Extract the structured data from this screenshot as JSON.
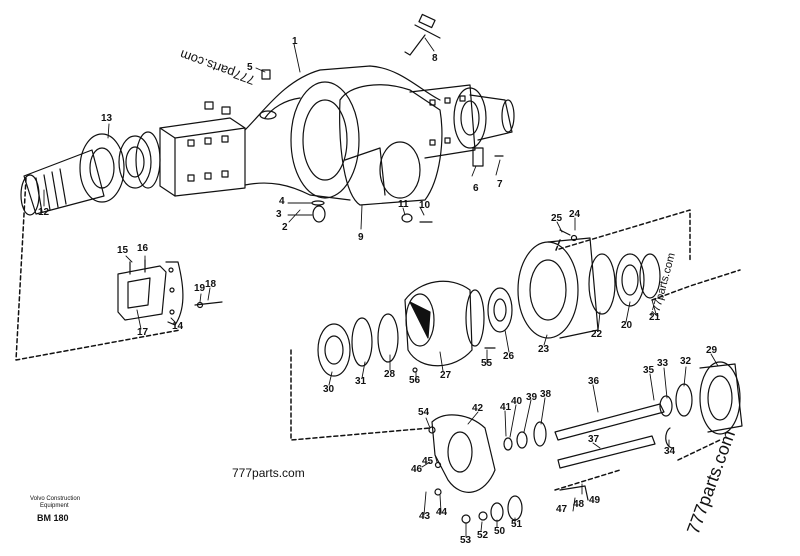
{
  "part_numbers": [
    "1",
    "2",
    "3",
    "4",
    "5",
    "6",
    "7",
    "8",
    "9",
    "10",
    "11",
    "12",
    "13",
    "14",
    "15",
    "16",
    "17",
    "18",
    "19",
    "20",
    "21",
    "22",
    "23",
    "24",
    "25",
    "26",
    "27",
    "28",
    "29",
    "30",
    "31",
    "32",
    "33",
    "34",
    "35",
    "36",
    "37",
    "38",
    "39",
    "40",
    "41",
    "42",
    "43",
    "44",
    "45",
    "46",
    "47",
    "48",
    "49",
    "50",
    "51",
    "52",
    "53",
    "54",
    "55",
    "56"
  ],
  "watermarks": [
    "777parts.com",
    "777parts.com",
    "777parts.com",
    "777parts.com"
  ],
  "footer": {
    "company_line1": "Volvo Construction",
    "company_line2": "Equipment",
    "code": "BM 180"
  },
  "colors": {
    "ink": "#111111",
    "background": "#ffffff"
  }
}
